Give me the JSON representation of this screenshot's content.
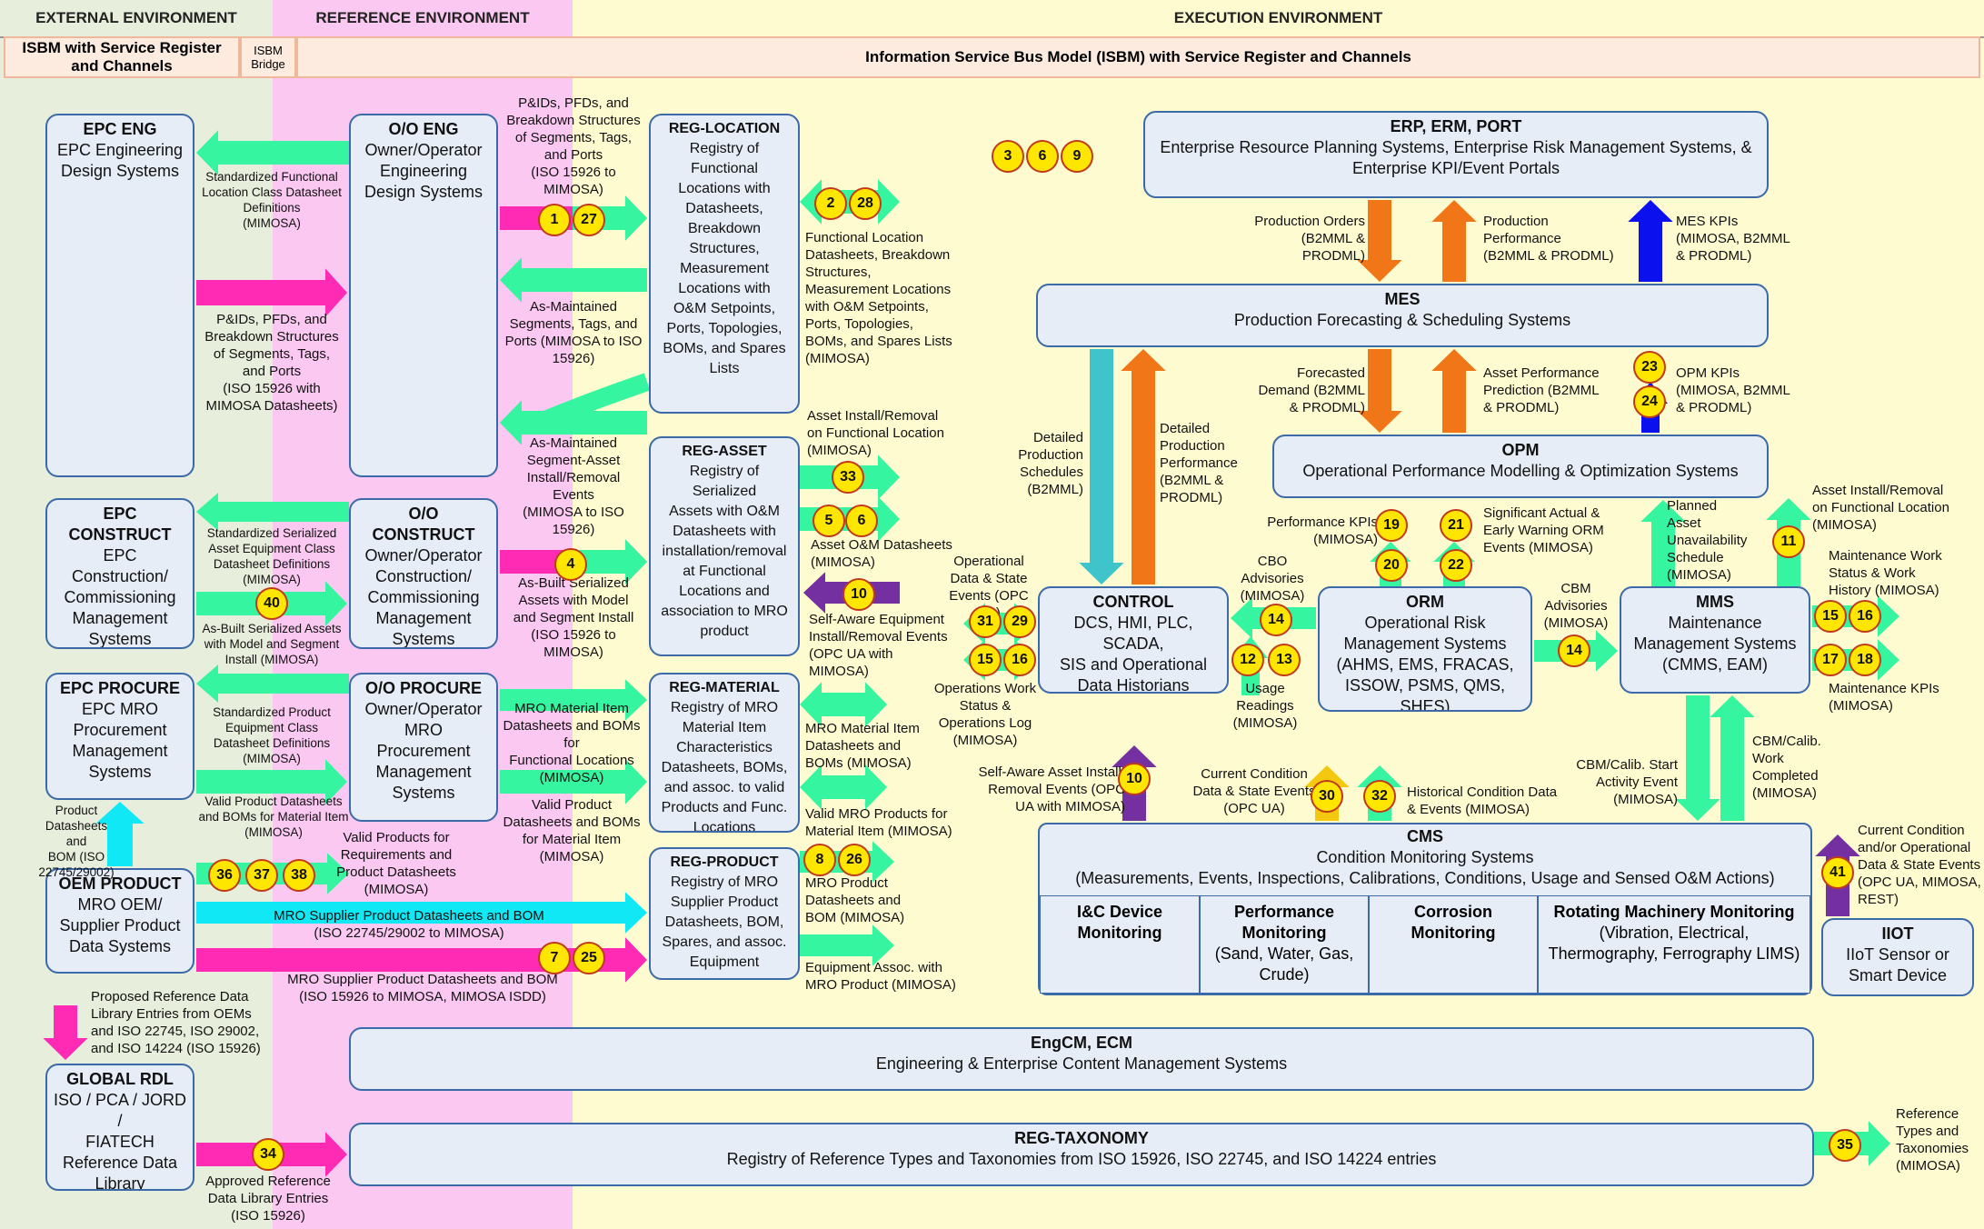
{
  "colors": {
    "external_zone": "#e8eedc",
    "reference_zone": "#fbc8f2",
    "execution_zone": "#fffbd0",
    "green": "#36f5a0",
    "magenta": "#ff2bb4",
    "orange": "#f07618",
    "blue": "#0a10ee",
    "purple": "#7430a0",
    "cyan": "#10e8f5",
    "teal": "#40c4cc",
    "gold": "#f5c810",
    "badge": "#ffe600"
  },
  "zones": {
    "external": "External Environment",
    "reference": "Reference Environment",
    "execution": "Execution Environment"
  },
  "bus": {
    "external": "ISBM with Service Register\nand Channels",
    "bridge": "ISBM\nBridge",
    "execution": "Information Service Bus Model (ISBM) with Service Register and Channels"
  },
  "boxes": {
    "epc_eng": {
      "title": "EPC ENG",
      "sub": "EPC Engineering\nDesign Systems"
    },
    "oo_eng": {
      "title": "O/O ENG",
      "sub": "Owner/Operator\nEngineering\nDesign Systems"
    },
    "reg_location": {
      "title": "REG-LOCATION",
      "sub": "Registry of\nFunctional\nLocations with\nDatasheets,\nBreakdown\nStructures,\nMeasurement\nLocations with\nO&M Setpoints,\nPorts, Topologies,\nBOMs, and Spares\nLists"
    },
    "epc_construct": {
      "title": "EPC CONSTRUCT",
      "sub": "EPC Construction/\nCommissioning\nManagement\nSystems"
    },
    "oo_construct": {
      "title": "O/O CONSTRUCT",
      "sub": "Owner/Operator\nConstruction/\nCommissioning\nManagement\nSystems"
    },
    "reg_asset": {
      "title": "REG-ASSET",
      "sub": "Registry of Serialized\nAssets with O&M\nDatasheets with\ninstallation/removal\nat Functional\nLocations and\nassociation to MRO\nproduct"
    },
    "epc_procure": {
      "title": "EPC PROCURE",
      "sub": "EPC MRO\nProcurement\nManagement\nSystems"
    },
    "oo_procure": {
      "title": "O/O PROCURE",
      "sub": "Owner/Operator\nMRO\nProcurement\nManagement\nSystems"
    },
    "reg_material": {
      "title": "REG-MATERIAL",
      "sub": "Registry of MRO\nMaterial Item\nCharacteristics\nDatasheets, BOMs,\nand assoc. to valid\nProducts and Func.\nLocations"
    },
    "oem_product": {
      "title": "OEM PRODUCT",
      "sub": "MRO OEM/\nSupplier Product\nData Systems"
    },
    "reg_product": {
      "title": "REG-PRODUCT",
      "sub": "Registry of MRO\nSupplier Product\nDatasheets, BOM,\nSpares, and assoc.\nEquipment"
    },
    "global_rdl": {
      "title": "GLOBAL RDL",
      "sub": "ISO / PCA / JORD /\nFIATECH\nReference Data\nLibrary"
    },
    "erp": {
      "title": "ERP, ERM, PORT",
      "sub": "Enterprise Resource Planning Systems, Enterprise Risk Management Systems, &\nEnterprise KPI/Event Portals"
    },
    "mes": {
      "title": "MES",
      "sub": "Production Forecasting & Scheduling Systems"
    },
    "opm": {
      "title": "OPM",
      "sub": "Operational Performance Modelling & Optimization Systems"
    },
    "control": {
      "title": "CONTROL",
      "sub": "DCS, HMI, PLC, SCADA,\nSIS and Operational\nData Historians"
    },
    "orm": {
      "title": "ORM",
      "sub": "Operational Risk\nManagement Systems\n(AHMS, EMS, FRACAS,\nISSOW, PSMS, QMS, SHES)"
    },
    "mms": {
      "title": "MMS",
      "sub": "Maintenance\nManagement Systems\n(CMMS, EAM)"
    },
    "cms": {
      "title": "CMS",
      "sub": "Condition Monitoring Systems\n(Measurements, Events, Inspections, Calibrations, Conditions, Usage and Sensed O&M Actions)"
    },
    "iiot": {
      "title": "IIOT",
      "sub": "IIoT Sensor or\nSmart Device"
    },
    "engcm": {
      "title": "EngCM, ECM",
      "sub": "Engineering & Enterprise Content Management Systems"
    },
    "reg_taxonomy": {
      "title": "REG-TAXONOMY",
      "sub": "Registry of Reference Types and Taxonomies from ISO 15926, ISO 22745, and ISO 14224 entries"
    }
  },
  "cms_cells": [
    {
      "title": "I&C Device\nMonitoring",
      "sub": ""
    },
    {
      "title": "Performance\nMonitoring",
      "sub": "(Sand, Water, Gas,\nCrude)"
    },
    {
      "title": "Corrosion\nMonitoring",
      "sub": ""
    },
    {
      "title": "Rotating Machinery Monitoring",
      "sub": "(Vibration, Electrical,\nThermography, Ferrography LIMS)"
    }
  ],
  "labels": {
    "l1": "P&IDs, PFDs, and\nBreakdown Structures\nof Segments, Tags,\nand Ports\n(ISO 15926 to\nMIMOSA)",
    "l2": "Standardized Functional\nLocation Class Datasheet\nDefinitions\n(MIMOSA)",
    "l3": "P&IDs, PFDs, and\nBreakdown Structures\nof Segments, Tags,\nand Ports\n(ISO 15926 with\nMIMOSA Datasheets)",
    "l4": "As-Maintained\nSegments, Tags, and\nPorts (MIMOSA to ISO\n15926)",
    "l5": "Functional Location\nDatasheets, Breakdown\nStructures,\nMeasurement Locations\nwith O&M Setpoints,\nPorts, Topologies,\nBOMs, and Spares Lists\n(MIMOSA)",
    "l6": "As-Maintained\nSegment-Asset\nInstall/Removal\nEvents\n(MIMOSA to ISO\n15926)",
    "l7": "Asset Install/Removal\non Functional Location\n(MIMOSA)",
    "l8": "Standardized Serialized\nAsset Equipment Class\nDatasheet Definitions\n(MIMOSA)",
    "l9": "As-Built Serialized Assets\nwith Model and Segment\nInstall (MIMOSA)",
    "l10": "As-Built Serialized\nAssets with Model\nand Segment Install\n(ISO 15926 to\nMIMOSA)",
    "l11": "Asset O&M Datasheets\n(MIMOSA)",
    "l12": "Self-Aware Equipment\nInstall/Removal Events\n(OPC UA with\nMIMOSA)",
    "l13": "Operational\nData & State\nEvents (OPC UA)",
    "l14": "Operations Work\nStatus &\nOperations Log\n(MIMOSA)",
    "l15": "Standardized Product\nEquipment Class\nDatasheet Definitions\n(MIMOSA)",
    "l16": "MRO Material Item\nDatasheets and BOMs for\nFunctional Locations\n(MIMOSA)",
    "l17": "MRO Material Item\nDatasheets and\nBOMs (MIMOSA)",
    "l18": "Valid MRO Products for\nMaterial Item (MIMOSA)",
    "l19": "Product\nDatasheets and\nBOM (ISO\n22745/29002)",
    "l20": "Valid Product Datasheets\nand BOMs for Material Item\n(MIMOSA)",
    "l21": "Valid Products for\nRequirements and\nProduct Datasheets\n(MIMOSA)",
    "l22": "Valid Product\nDatasheets and BOMs\nfor Material Item\n(MIMOSA)",
    "l23": "MRO Supplier Product Datasheets and BOM\n(ISO 22745/29002 to MIMOSA)",
    "l24": "MRO Supplier Product Datasheets and BOM\n(ISO 15926 to MIMOSA, MIMOSA ISDD)",
    "l25": "MRO Product\nDatasheets and\nBOM (MIMOSA)",
    "l26": "Equipment Assoc. with\nMRO Product (MIMOSA)",
    "l27": "Proposed Reference Data\nLibrary Entries from OEMs\nand ISO 22745, ISO 29002,\nand ISO 14224 (ISO 15926)",
    "l28": "Approved Reference\nData Library Entries\n(ISO 15926)",
    "l29": "Production Orders\n(B2MML &\nPRODML)",
    "l30": "Production\nPerformance\n(B2MML & PRODML)",
    "l31": "MES KPIs\n(MIMOSA, B2MML\n& PRODML)",
    "l32": "Forecasted\nDemand (B2MML\n& PRODML)",
    "l33": "Asset Performance\nPrediction (B2MML\n& PRODML)",
    "l34": "OPM KPIs\n(MIMOSA, B2MML\n& PRODML)",
    "l35": "Detailed\nProduction\nSchedules\n(B2MML)",
    "l36": "Detailed\nProduction\nPerformance\n(B2MML &\nPRODML)",
    "l37": "Performance KPIs\n(MIMOSA)",
    "l38": "Significant Actual &\nEarly Warning ORM\nEvents (MIMOSA)",
    "l39": "Planned\nAsset\nUnavailability\nSchedule\n(MIMOSA)",
    "l40": "Asset Install/Removal\non Functional Location\n(MIMOSA)",
    "l41": "Maintenance Work\nStatus & Work\nHistory (MIMOSA)",
    "l42": "Maintenance KPIs\n(MIMOSA)",
    "l43": "CBO\nAdvisories\n(MIMOSA)",
    "l44": "CBM\nAdvisories\n(MIMOSA)",
    "l45": "Usage\nReadings\n(MIMOSA)",
    "l46": "Self-Aware Asset Install/\nRemoval Events (OPC\nUA with MIMOSA)",
    "l47": "Current Condition\nData & State Events\n(OPC UA)",
    "l48": "Historical Condition Data\n& Events (MIMOSA)",
    "l49": "CBM/Calib. Start\nActivity Event\n(MIMOSA)",
    "l50": "CBM/Calib.\nWork\nCompleted\n(MIMOSA)",
    "l51": "Current Condition\nand/or Operational\nData & State Events\n(OPC UA, MIMOSA,\nREST)",
    "l52": "Reference\nTypes and\nTaxonomies\n(MIMOSA)"
  },
  "badges": [
    "1",
    "27",
    "2",
    "28",
    "4",
    "33",
    "5",
    "6",
    "10",
    "40",
    "36",
    "37",
    "38",
    "7",
    "25",
    "8",
    "26",
    "34",
    "3",
    "6",
    "9",
    "23",
    "24",
    "19",
    "21",
    "20",
    "22",
    "14",
    "14",
    "31",
    "29",
    "15",
    "16",
    "12",
    "13",
    "11",
    "15",
    "16",
    "17",
    "18",
    "10",
    "30",
    "32",
    "41",
    "35"
  ]
}
